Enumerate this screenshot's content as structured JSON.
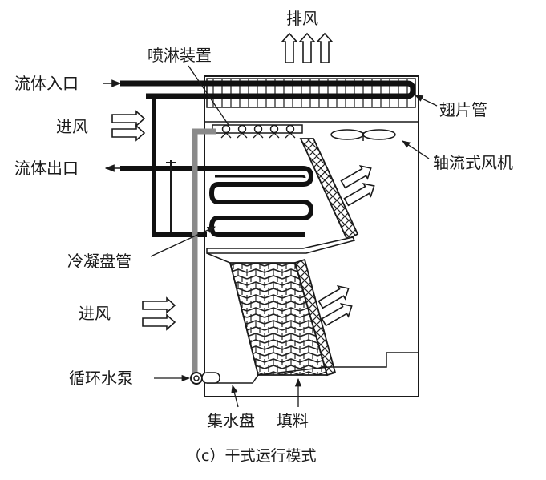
{
  "labels": {
    "exhaust": "排风",
    "spray_device": "喷淋装置",
    "fluid_inlet": "流体入口",
    "air_intake_top": "进风",
    "fluid_outlet": "流体出口",
    "finned_tube": "翅片管",
    "axial_fan": "轴流式风机",
    "condenser_coil": "冷凝盘管",
    "air_intake_bottom": "进风",
    "circulating_pump": "循环水泵",
    "water_collecting_tray": "集水盘",
    "fill_packing": "填料"
  },
  "caption": "（c）干式运行模式"
}
